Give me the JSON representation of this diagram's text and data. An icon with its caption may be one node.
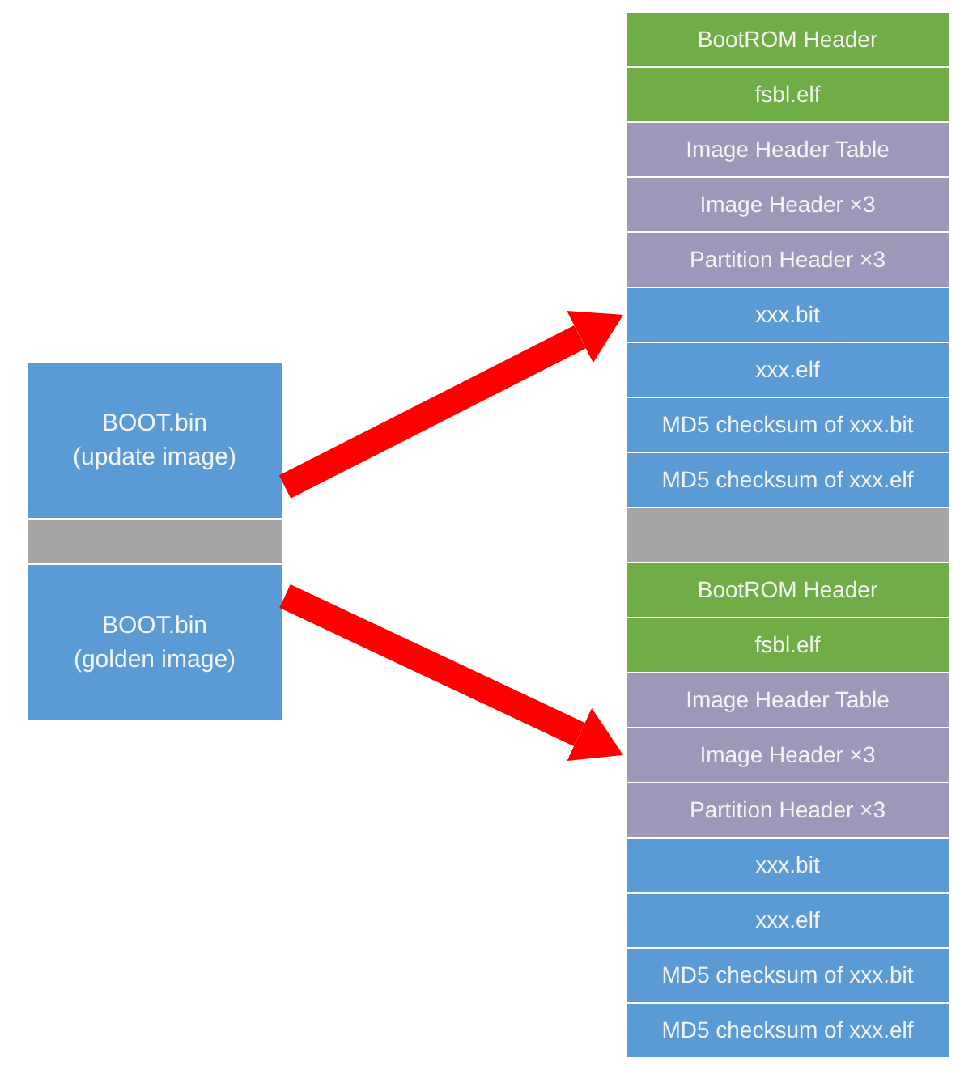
{
  "diagram": {
    "nodes": [
      {
        "text": [
          "BOOT.bin (update image)"
        ]
      },
      {
        "text": [],
        "shape": "box"
      },
      {
        "text": [
          "BOOT.bin (golden image)"
        ]
      },
      {
        "text": [
          "BootROM Header"
        ]
      },
      {
        "text": [
          "fsbl.elf"
        ]
      },
      {
        "text": [
          "Image Header Table"
        ]
      },
      {
        "text": [
          "Image Header ×3"
        ]
      },
      {
        "text": [
          "Partition Header ×3"
        ]
      },
      {
        "text": [
          "xxx.bit"
        ]
      },
      {
        "text": [
          "xxx.elf"
        ]
      },
      {
        "text": [
          "MD5 checksum of xxx.bit"
        ]
      },
      {
        "text": [
          "MD5 checksum of xxx.elf"
        ]
      },
      {
        "text": [],
        "shape": "box"
      },
      {
        "text": [
          "BootROM Header"
        ]
      },
      {
        "text": [
          "fsbl.elf"
        ]
      },
      {
        "text": [
          "Image Header Table"
        ]
      },
      {
        "text": [
          "Image Header ×3"
        ]
      },
      {
        "text": [
          "Partition Header ×3"
        ]
      },
      {
        "text": [
          "xxx.bit"
        ]
      },
      {
        "text": [
          "xxx.elf"
        ]
      },
      {
        "text": [
          "MD5 checksum of xxx.bit"
        ]
      },
      {
        "text": [
          "MD5 checksum of xxx.elf"
        ]
      }
    ],
    "edges": [
      {
        "from": 0,
        "to": 8,
        "arrow": "to"
      },
      {
        "from": 2,
        "to": 16,
        "arrow": "to"
      }
    ]
  }
}
